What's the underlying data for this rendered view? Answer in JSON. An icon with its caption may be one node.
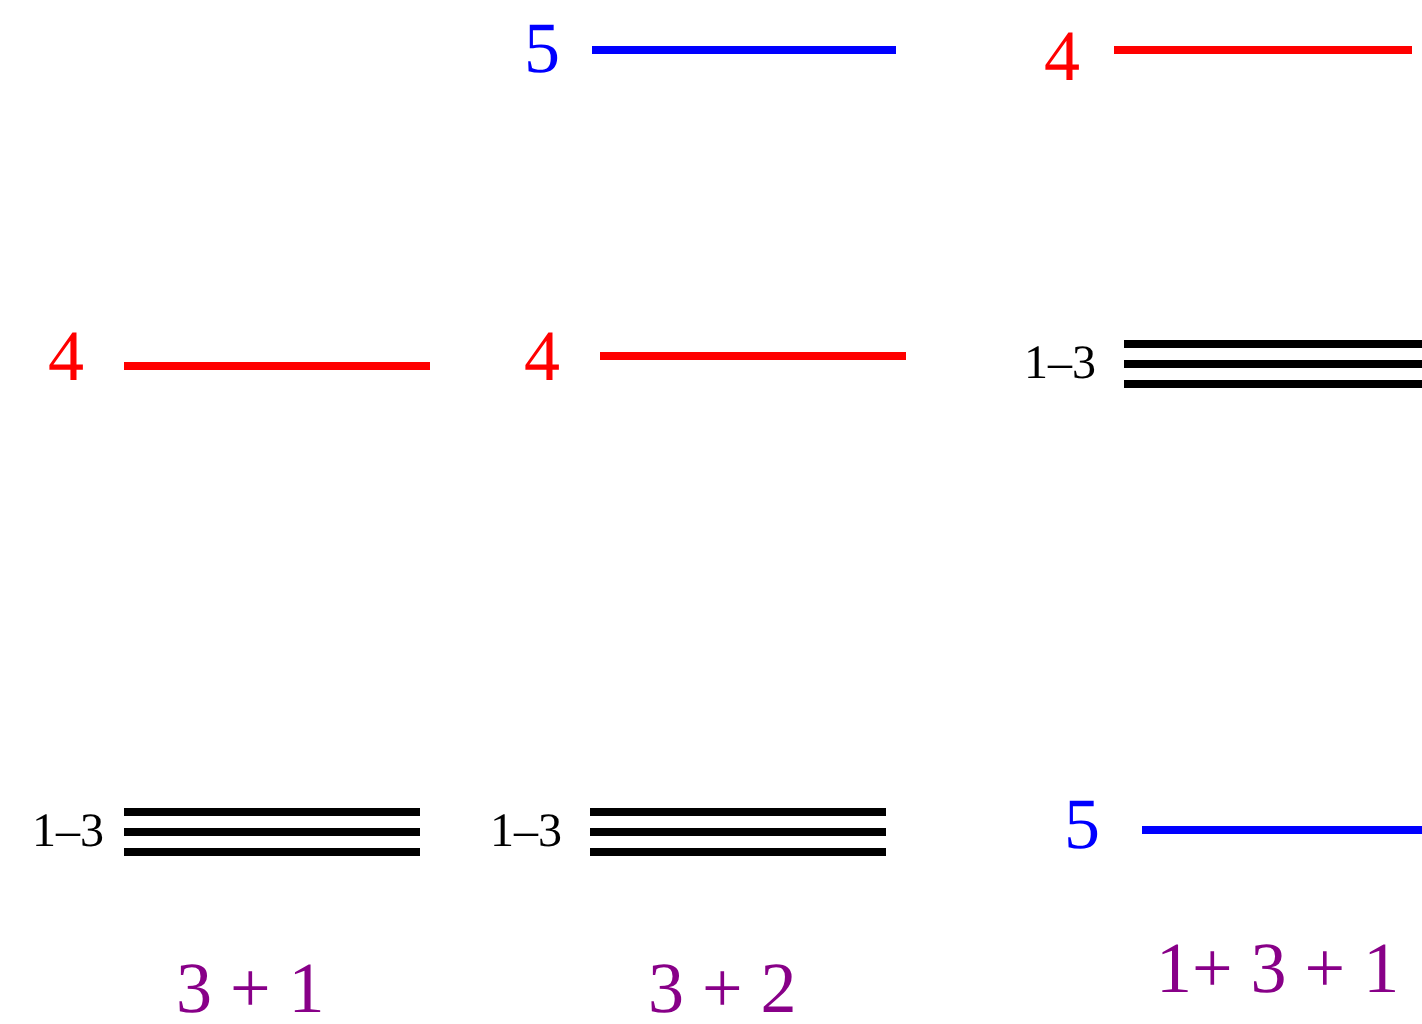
{
  "diagram": {
    "labels": [
      "5",
      "4",
      "4",
      "4",
      "1–3",
      "1–3",
      "1–3",
      "5",
      "3 + 1",
      "3 + 2",
      "1+ 3 + 1"
    ]
  }
}
